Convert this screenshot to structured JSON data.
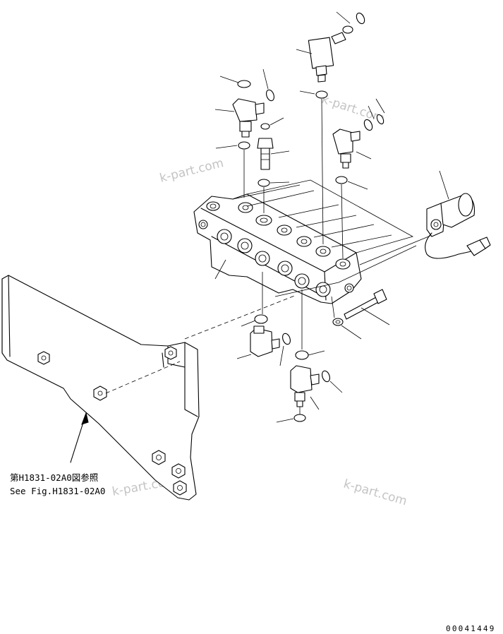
{
  "reference_note": {
    "line_jp": "第H1831-02A0図参照",
    "line_en": "See Fig.H1831-02A0"
  },
  "drawing_code": "00041449",
  "watermarks": [
    "k-part.com",
    "k-part.com",
    "k-part.com",
    "k-part.com"
  ]
}
